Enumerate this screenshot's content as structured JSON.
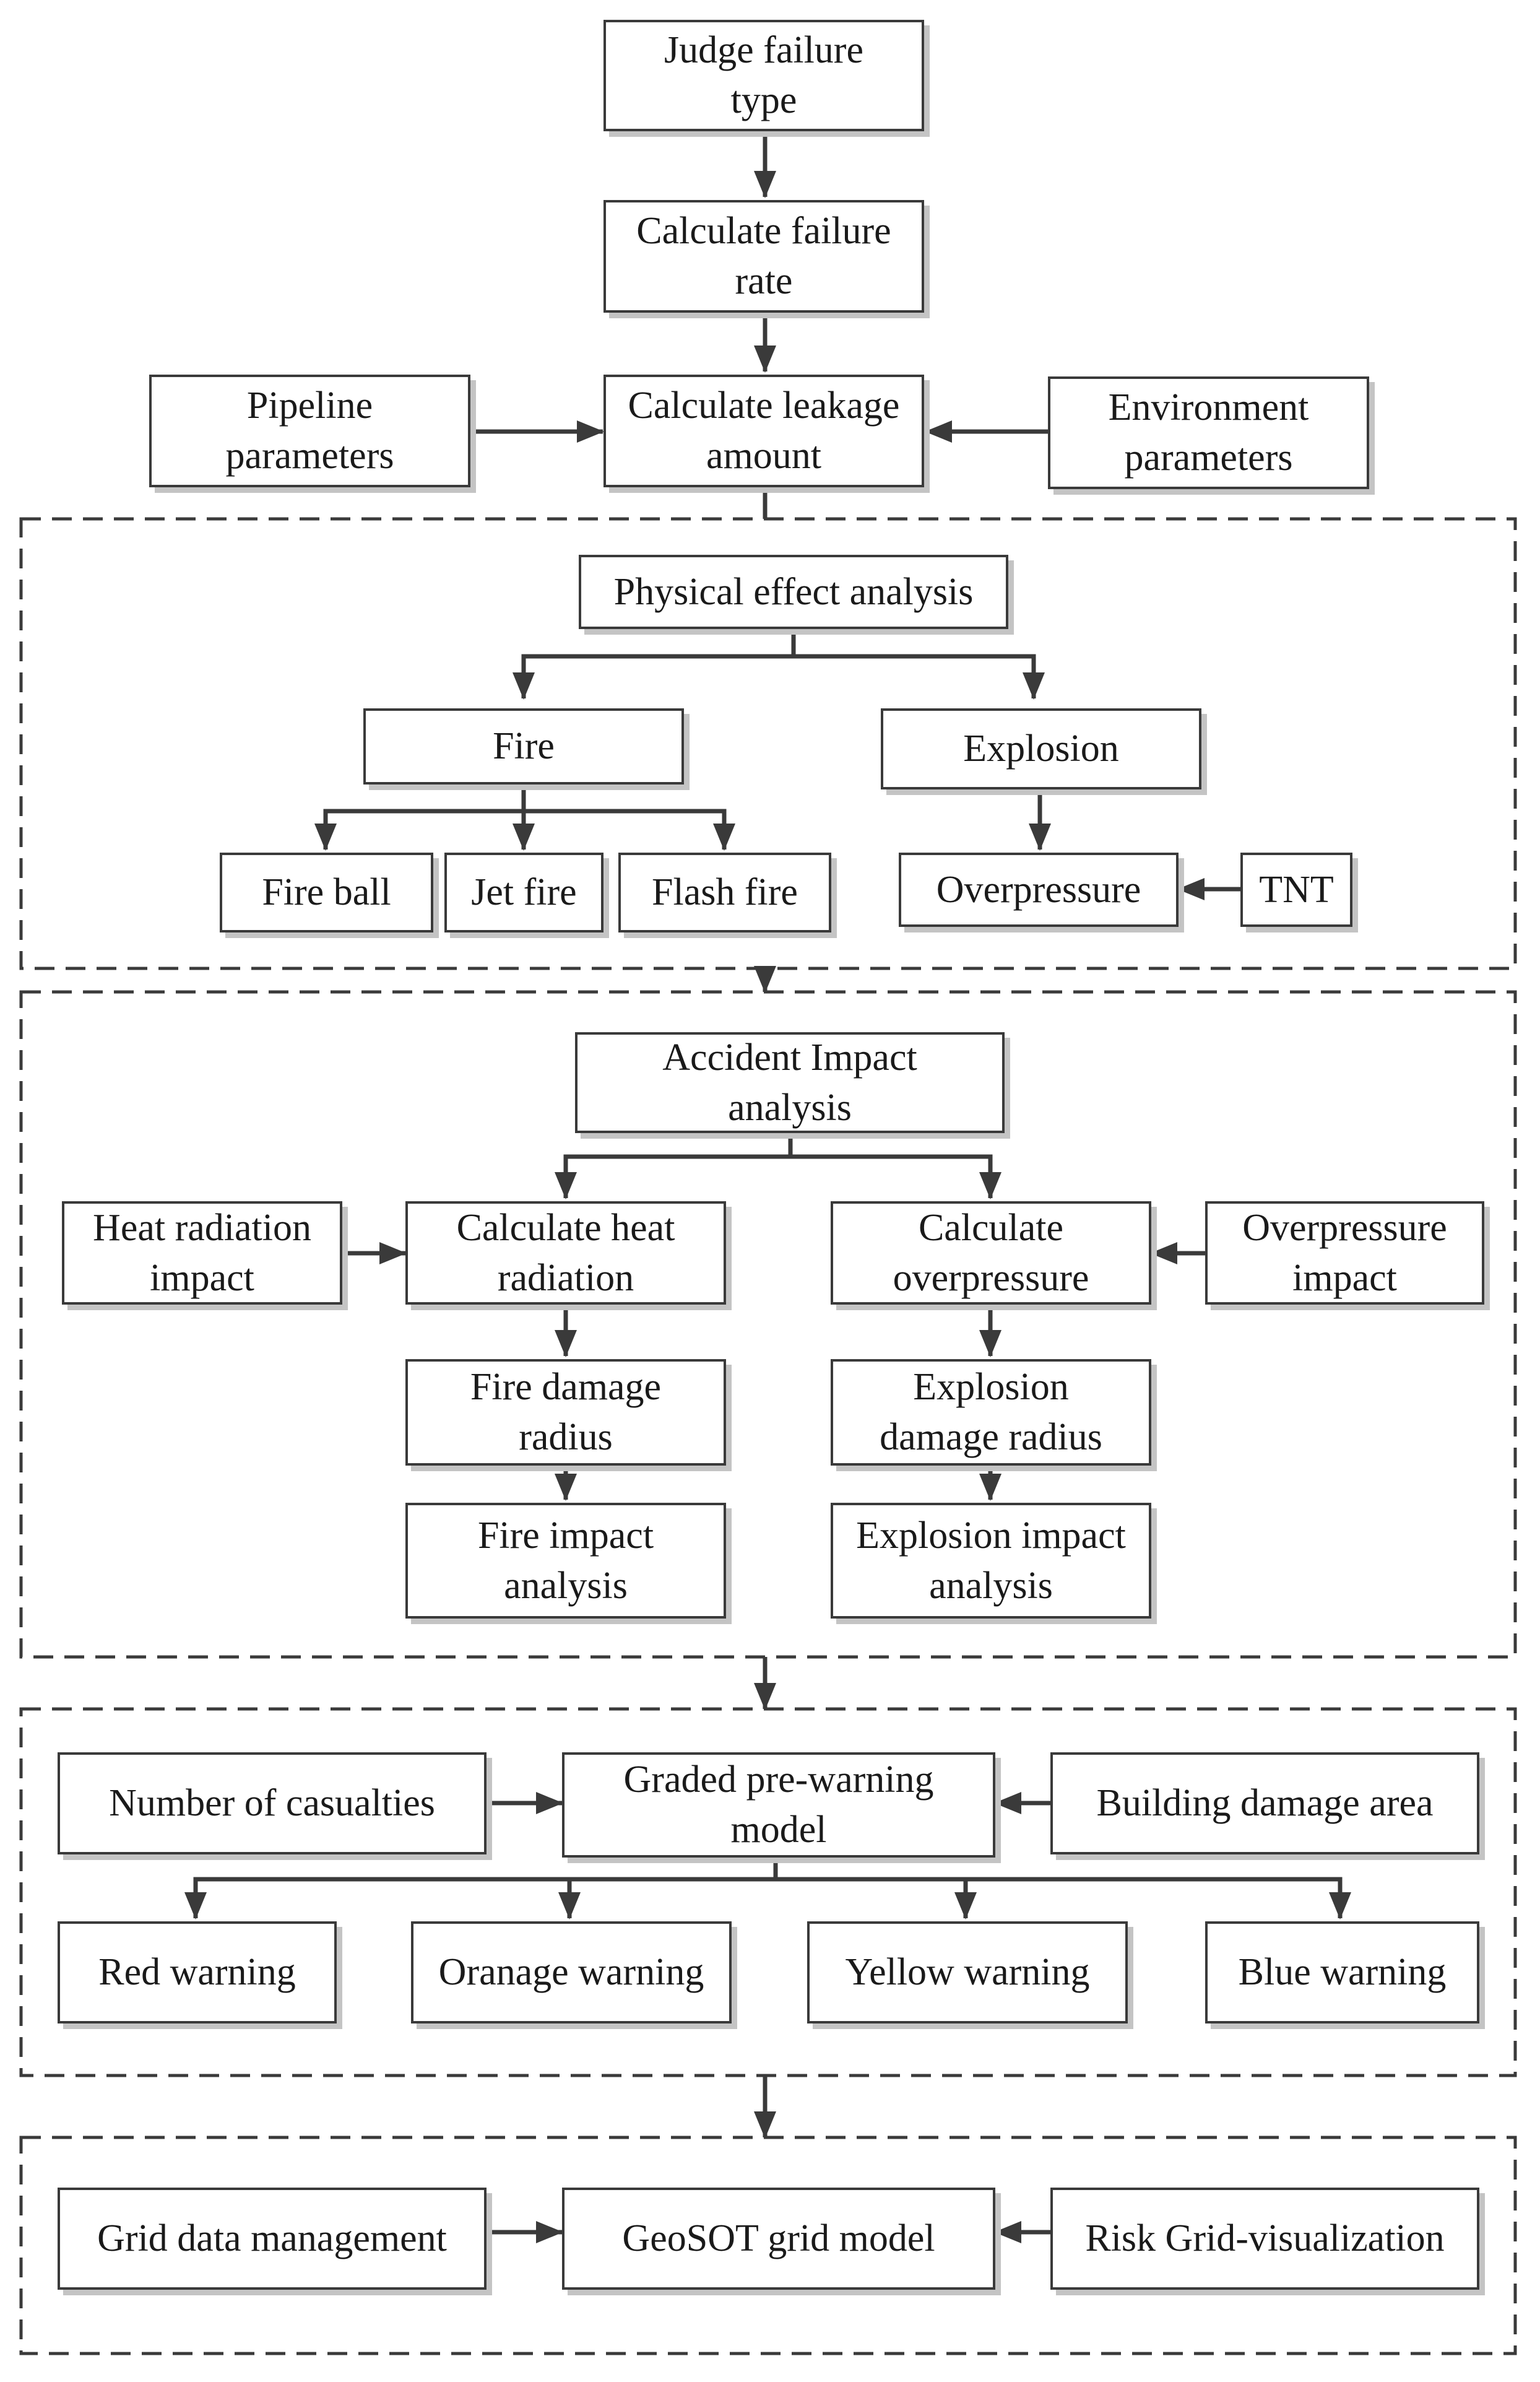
{
  "nodes": {
    "judge_failure_type": "Judge failure type",
    "calculate_failure_rate": "Calculate failure rate",
    "pipeline_parameters": "Pipeline parameters",
    "calculate_leakage_amount": "Calculate leakage amount",
    "environment_parameters": "Environment parameters",
    "physical_effect_analysis": "Physical effect analysis",
    "fire": "Fire",
    "explosion": "Explosion",
    "fire_ball": "Fire ball",
    "jet_fire": "Jet fire",
    "flash_fire": "Flash fire",
    "overpressure": "Overpressure",
    "tnt": "TNT",
    "accident_impact_analysis": "Accident Impact analysis",
    "heat_radiation_impact": "Heat radiation impact",
    "calculate_heat_radiation": "Calculate heat radiation",
    "calculate_overpressure": "Calculate overpressure",
    "overpressure_impact": "Overpressure impact",
    "fire_damage_radius": "Fire damage radius",
    "explosion_damage_radius": "Explosion damage radius",
    "fire_impact_analysis": "Fire impact analysis",
    "explosion_impact_analysis": "Explosion impact analysis",
    "number_of_casualties": "Number of casualties",
    "graded_prewarning_model": "Graded pre-warning model",
    "building_damage_area": "Building damage area",
    "red_warning": "Red warning",
    "orange_warning": "Oranage warning",
    "yellow_warning": "Yellow warning",
    "blue_warning": "Blue warning",
    "grid_data_management": "Grid data management",
    "geosot_grid_model": "GeoSOT grid model",
    "risk_grid_visualization": "Risk Grid-visualization"
  },
  "colors": {
    "line": "#3a3a3a",
    "shadow": "#c4c4c4",
    "text": "#1a1a1a",
    "background": "#ffffff"
  }
}
